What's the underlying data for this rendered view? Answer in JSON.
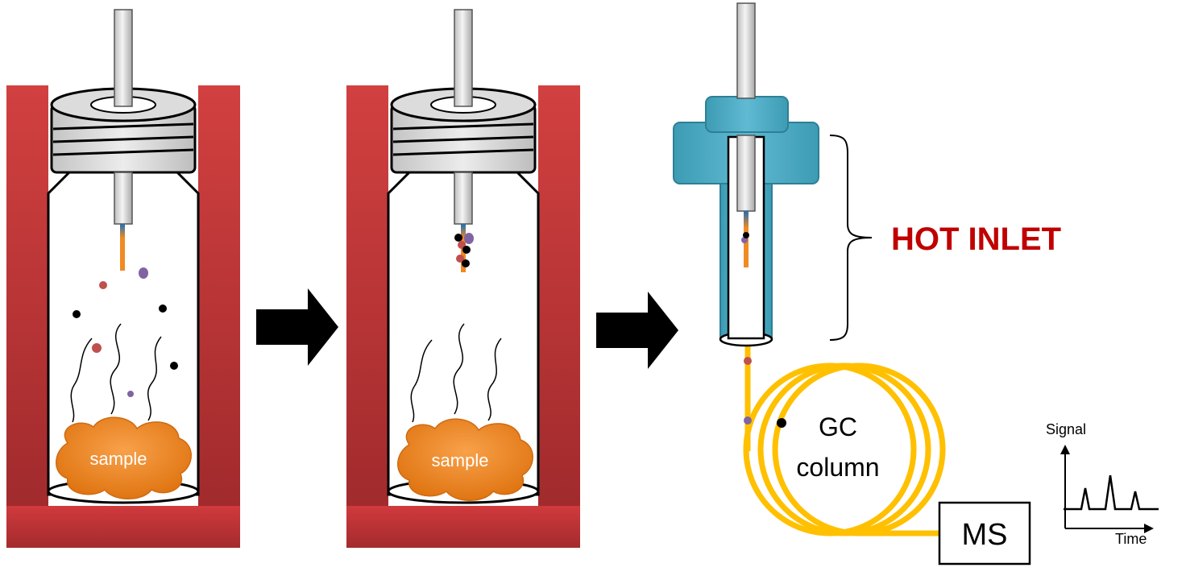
{
  "labels": {
    "sample_1": "sample",
    "sample_2": "sample",
    "hot_inlet": "HOT INLET",
    "gc_line1": "GC",
    "gc_line2": "column",
    "ms": "MS",
    "signal": "Signal",
    "time": "Time"
  },
  "colors": {
    "heater_block": "#c8373a",
    "vial_cap": "#d4d4d4",
    "sample_blob": "#f0851e",
    "inlet_body": "#4bacc6",
    "gc_column": "#ffc000",
    "hot_inlet_text": "#c00000",
    "analyte_red": "#c0504d",
    "analyte_purple": "#8064a2",
    "analyte_black": "#000000"
  },
  "icons": [
    "right-arrow-icon",
    "right-arrow-icon"
  ]
}
